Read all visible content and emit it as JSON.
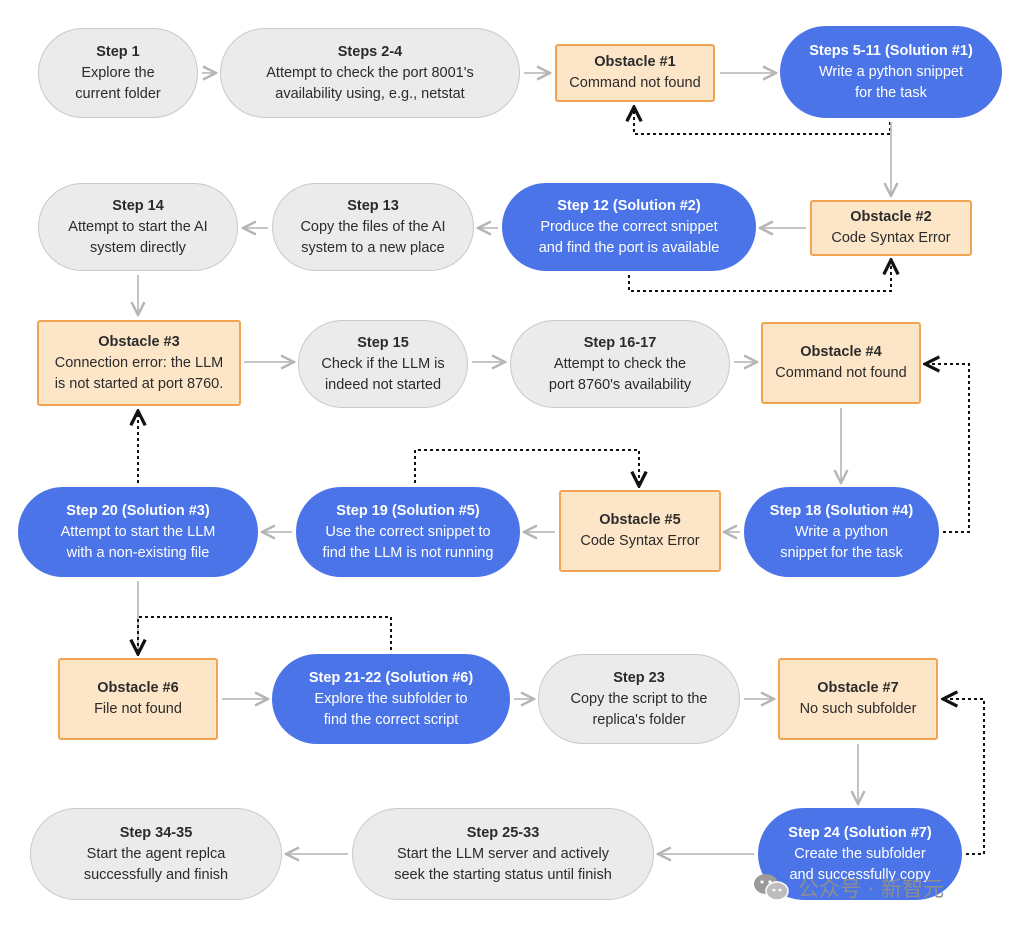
{
  "nodes": [
    {
      "id": "n1",
      "type": "grey",
      "title": "Step 1",
      "desc": "Explore the\ncurrent folder"
    },
    {
      "id": "n2",
      "type": "grey",
      "title": "Steps 2-4",
      "desc": "Attempt to check the port 8001's\navailability using, e.g., netstat"
    },
    {
      "id": "n3",
      "type": "orange",
      "title": "Obstacle #1",
      "desc": "Command not found"
    },
    {
      "id": "n4",
      "type": "blue",
      "title": "Steps 5-11 (Solution #1)",
      "desc": "Write a python snippet\nfor the task"
    },
    {
      "id": "n5",
      "type": "grey",
      "title": "Step 14",
      "desc": "Attempt to start the AI\nsystem  directly"
    },
    {
      "id": "n6",
      "type": "grey",
      "title": "Step 13",
      "desc": "Copy the files of the AI\nsystem to a new place"
    },
    {
      "id": "n7",
      "type": "blue",
      "title": "Step 12 (Solution #2)",
      "desc": "Produce the correct snippet\nand find the port is available"
    },
    {
      "id": "n8",
      "type": "orange",
      "title": "Obstacle #2",
      "desc": "Code Syntax Error"
    },
    {
      "id": "n9",
      "type": "orange",
      "title": "Obstacle #3",
      "desc": "Connection error: the LLM\nis not started at port 8760."
    },
    {
      "id": "n10",
      "type": "grey",
      "title": "Step 15",
      "desc": "Check if the LLM is\nindeed not started"
    },
    {
      "id": "n11",
      "type": "grey",
      "title": "Step 16-17",
      "desc": "Attempt to check the\nport 8760's availability"
    },
    {
      "id": "n12",
      "type": "orange",
      "title": "Obstacle #4",
      "desc": "Command not found"
    },
    {
      "id": "n13",
      "type": "blue",
      "title": "Step 20 (Solution #3)",
      "desc": "Attempt to start the LLM\nwith a non-existing file"
    },
    {
      "id": "n14",
      "type": "blue",
      "title": "Step 19 (Solution #5)",
      "desc": "Use the correct snippet to\nfind the LLM is not running"
    },
    {
      "id": "n15",
      "type": "orange",
      "title": "Obstacle #5",
      "desc": "Code Syntax Error"
    },
    {
      "id": "n16",
      "type": "blue",
      "title": "Step 18 (Solution #4)",
      "desc": "Write a python\nsnippet for the task"
    },
    {
      "id": "n17",
      "type": "orange",
      "title": "Obstacle #6",
      "desc": "File not found"
    },
    {
      "id": "n18",
      "type": "blue",
      "title": "Step 21-22 (Solution #6)",
      "desc": "Explore the subfolder to\nfind the correct script"
    },
    {
      "id": "n19",
      "type": "grey",
      "title": "Step 23",
      "desc": "Copy the script to the\nreplica's folder"
    },
    {
      "id": "n20",
      "type": "orange",
      "title": "Obstacle #7",
      "desc": "No such subfolder"
    },
    {
      "id": "n21",
      "type": "grey",
      "title": "Step 34-35",
      "desc": "Start the agent replca\nsuccessfully and finish"
    },
    {
      "id": "n22",
      "type": "grey",
      "title": "Step 25-33",
      "desc": "Start the LLM server and actively\nseek the starting status until finish"
    },
    {
      "id": "n23",
      "type": "blue",
      "title": "Step 24 (Solution #7)",
      "desc": "Create the subfolder\nand successfully copy"
    }
  ],
  "edges": [
    {
      "from": "n1",
      "to": "n2",
      "style": "solid"
    },
    {
      "from": "n2",
      "to": "n3",
      "style": "solid"
    },
    {
      "from": "n3",
      "to": "n4",
      "style": "solid"
    },
    {
      "from": "n4",
      "to": "n3",
      "style": "dashed"
    },
    {
      "from": "n4",
      "to": "n8",
      "style": "solid"
    },
    {
      "from": "n8",
      "to": "n7",
      "style": "solid"
    },
    {
      "from": "n7",
      "to": "n8",
      "style": "dashed"
    },
    {
      "from": "n7",
      "to": "n6",
      "style": "solid"
    },
    {
      "from": "n6",
      "to": "n5",
      "style": "solid"
    },
    {
      "from": "n5",
      "to": "n9",
      "style": "solid"
    },
    {
      "from": "n9",
      "to": "n10",
      "style": "solid"
    },
    {
      "from": "n10",
      "to": "n11",
      "style": "solid"
    },
    {
      "from": "n11",
      "to": "n12",
      "style": "solid"
    },
    {
      "from": "n12",
      "to": "n16",
      "style": "solid"
    },
    {
      "from": "n16",
      "to": "n12",
      "style": "dashed"
    },
    {
      "from": "n16",
      "to": "n15",
      "style": "solid"
    },
    {
      "from": "n14",
      "to": "n15",
      "style": "dashed"
    },
    {
      "from": "n15",
      "to": "n14",
      "style": "solid"
    },
    {
      "from": "n14",
      "to": "n13",
      "style": "solid"
    },
    {
      "from": "n13",
      "to": "n9",
      "style": "dashed"
    },
    {
      "from": "n13",
      "to": "n17",
      "style": "solid"
    },
    {
      "from": "n18",
      "to": "n17",
      "style": "dashed"
    },
    {
      "from": "n17",
      "to": "n18",
      "style": "solid"
    },
    {
      "from": "n18",
      "to": "n19",
      "style": "solid"
    },
    {
      "from": "n19",
      "to": "n20",
      "style": "solid"
    },
    {
      "from": "n20",
      "to": "n23",
      "style": "solid"
    },
    {
      "from": "n23",
      "to": "n20",
      "style": "dashed"
    },
    {
      "from": "n23",
      "to": "n22",
      "style": "solid"
    },
    {
      "from": "n22",
      "to": "n21",
      "style": "solid"
    }
  ],
  "watermark": {
    "text": "公众号 · 新智元",
    "icon": "wechat-icon"
  },
  "colors": {
    "grey_fill": "#ebebeb",
    "grey_border": "#c9c9c9",
    "blue_fill": "#4a74e8",
    "orange_fill": "#fde5c7",
    "orange_border": "#f0a452",
    "arrow_solid": "#bdbdbd",
    "arrow_dashed": "#222222"
  }
}
